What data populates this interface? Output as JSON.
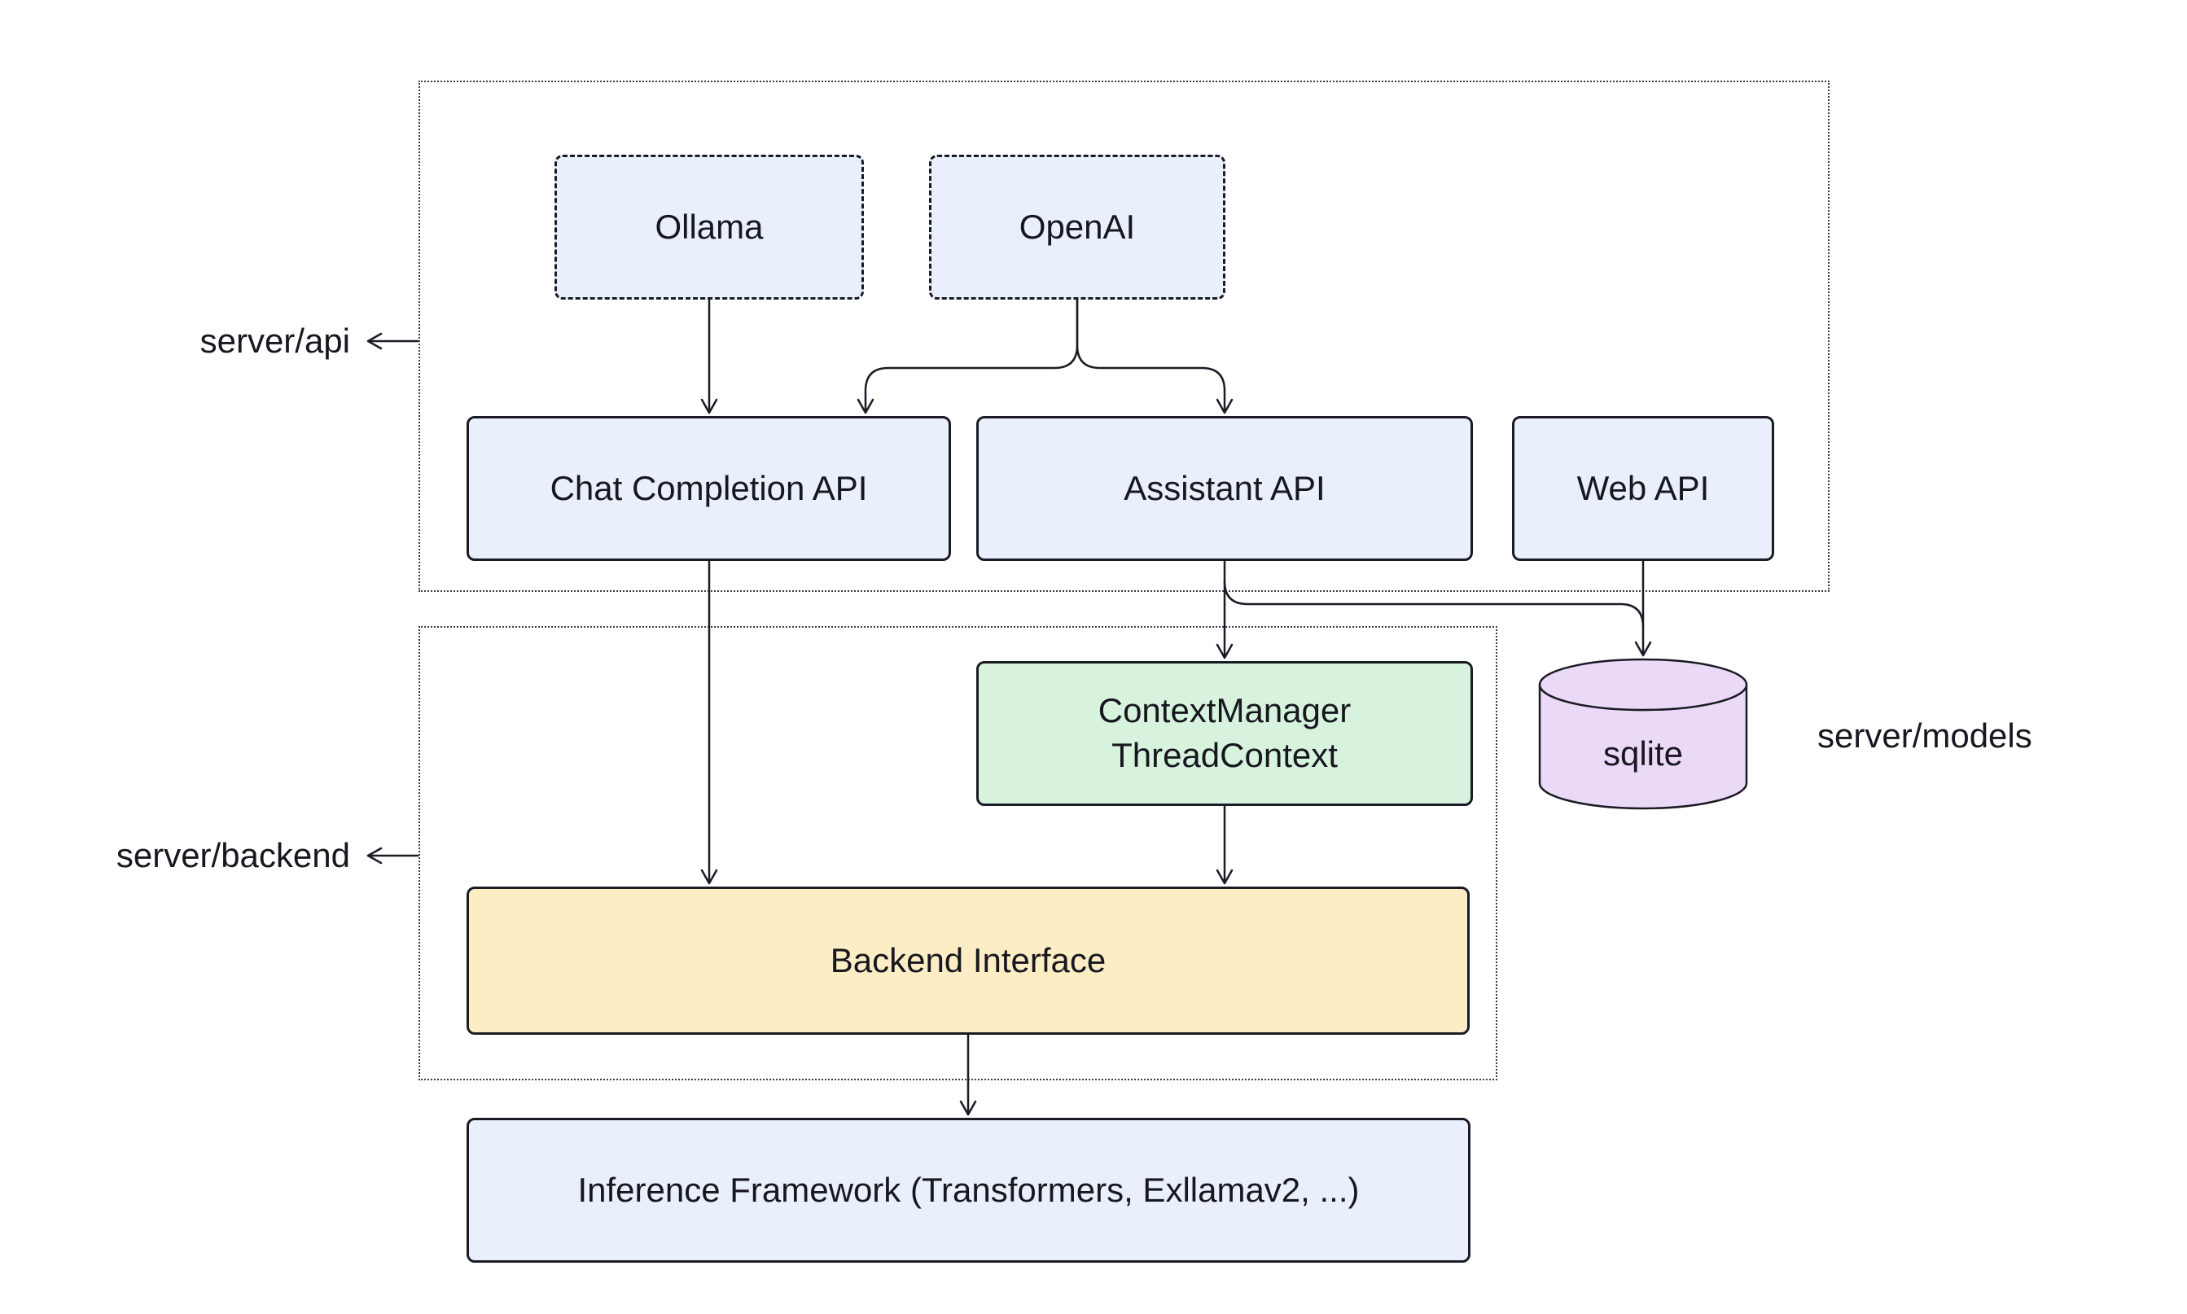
{
  "diagram": {
    "nodes": {
      "ollama": {
        "label": "Ollama",
        "style": "dashed-blue"
      },
      "openai": {
        "label": "OpenAI",
        "style": "dashed-blue"
      },
      "chat_completion": {
        "label": "Chat Completion API",
        "style": "blue"
      },
      "assistant": {
        "label": "Assistant API",
        "style": "blue"
      },
      "web_api": {
        "label": "Web API",
        "style": "blue"
      },
      "context_manager": {
        "line1": "ContextManager",
        "line2": "ThreadContext",
        "style": "green"
      },
      "sqlite": {
        "label": "sqlite",
        "style": "purple-cylinder"
      },
      "backend_interface": {
        "label": "Backend Interface",
        "style": "yellow"
      },
      "inference": {
        "label": "Inference Framework (Transformers, Exllamav2, ...)",
        "style": "blue"
      }
    },
    "groups": {
      "api": {
        "label": "server/api"
      },
      "backend": {
        "label": "server/backend"
      }
    },
    "labels": {
      "models": "server/models"
    },
    "colors": {
      "node_blue": "#e9effb",
      "node_green": "#d7f3dd",
      "node_yellow": "#fcedc5",
      "node_purple": "#ead9f7",
      "stroke": "#1b1b25",
      "group_border": "#3a3a44",
      "background": "#ffffff"
    },
    "edges": [
      {
        "from": "Ollama",
        "to": "Chat Completion API"
      },
      {
        "from": "OpenAI",
        "to": "Chat Completion API"
      },
      {
        "from": "OpenAI",
        "to": "Assistant API"
      },
      {
        "from": "Chat Completion API",
        "to": "Backend Interface"
      },
      {
        "from": "Assistant API",
        "to": "ContextManager ThreadContext"
      },
      {
        "from": "Assistant API",
        "to": "sqlite"
      },
      {
        "from": "Web API",
        "to": "sqlite"
      },
      {
        "from": "ContextManager ThreadContext",
        "to": "Backend Interface"
      },
      {
        "from": "Backend Interface",
        "to": "Inference Framework (Transformers, Exllamav2, ...)"
      }
    ]
  }
}
